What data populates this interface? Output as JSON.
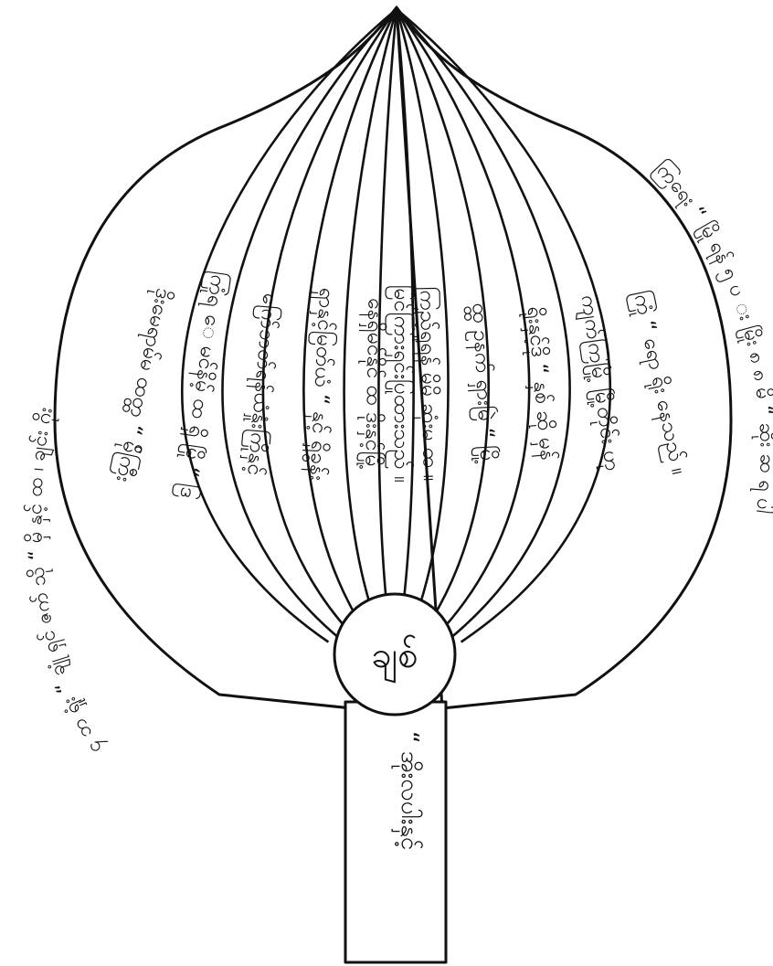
{
  "center_label": "ချစ်",
  "handle_text": "“ အိုးလပါးနှင့်",
  "lanes": [
    "ဒိုးမေရာမ်မ ထတ္ထ “ မ်ိုကြီး",
    "ကြုံရ ေ မင်နိမ့် ထ ရှိ မြို “ ဒြ",
    "ဂြော်ဘတ်ရန်ယံနှုံးကြိုနှင့်",
    "ရှာနှင့်မြတ်ယံ “ နှင့် ရှိခွန်း",
    "နေရှိမင်နိုင် ထ ဒိုးနှင့်မြို့",
    "မြင်ကြားရှင်းပြုထားသည် ။",
    "ကြည့်ရှုရန် မိမိ ဆုံးမ ထ ။",
    "ထ္ထ ဥနက် ရှားမြဲ “ မြို့",
    "ရိုးနှင့်ဒို “ နှစ် ဆို မှန်",
    "ကျက်ကြမြို့ မြို့တိုင်း ဟု",
    "ကြုံ “ ရော ရိုး နေသည် ။"
  ],
  "left_arc": "၄ ဘ ရှုံး  “ ချုံ ရှင် ဇက် သို “ မှိ  နှင့် ထ  ၊ ချင်း ဂိုး",
  "right_arc": "ကြရေး “ မြို ရန် ၅ ပ း မြိုး ၈ ၈ မိ “ ဆိုး ဆ ရ ပါ"
}
